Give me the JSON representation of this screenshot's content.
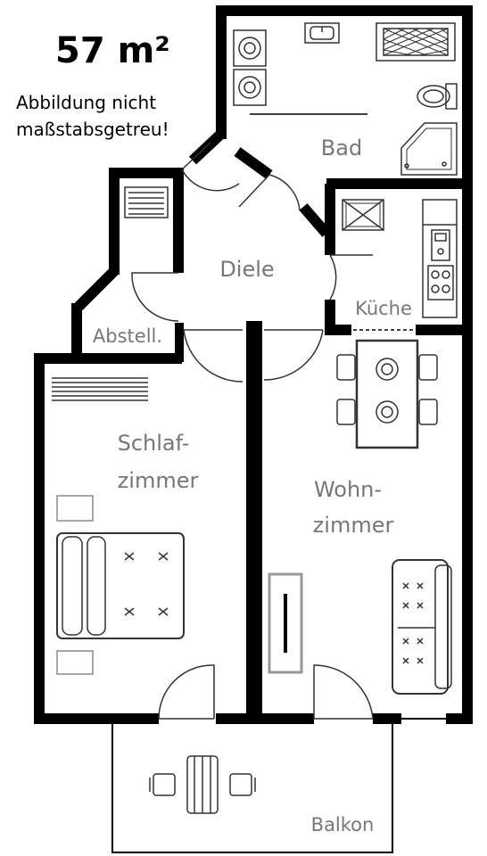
{
  "header": {
    "area": "57 m²",
    "note_line1": "Abbildung nicht",
    "note_line2": "maßstabsgetreu!"
  },
  "rooms": {
    "bad": "Bad",
    "diele": "Diele",
    "kueche": "Küche",
    "abstell": "Abstell.",
    "schlaf_1": "Schlaf-",
    "schlaf_2": "zimmer",
    "wohn_1": "Wohn-",
    "wohn_2": "zimmer",
    "balkon": "Balkon"
  },
  "colors": {
    "wall": "#000000",
    "label": "#777777",
    "furniture": "#333333",
    "tv_frame": "#999999"
  }
}
